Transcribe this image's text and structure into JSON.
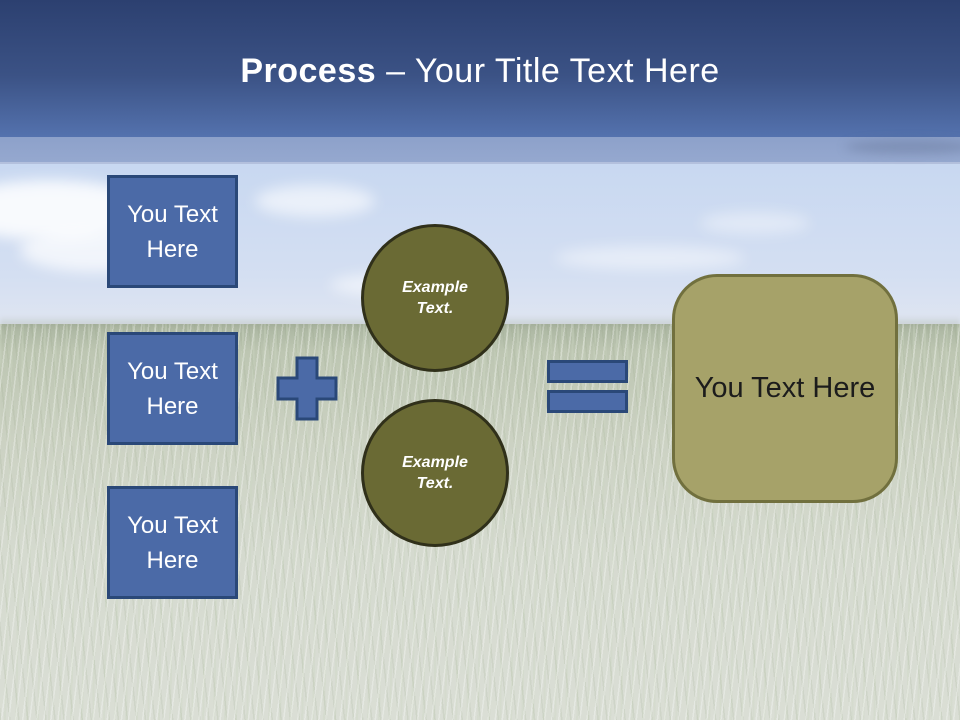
{
  "title": {
    "emphasis": "Process",
    "rest": " – Your Title Text Here"
  },
  "left_column": {
    "boxes": [
      {
        "label": "You Text Here"
      },
      {
        "label": "You Text Here"
      },
      {
        "label": "You Text Here"
      }
    ]
  },
  "operators": {
    "plus_icon": "plus-sign",
    "equals_icon": "equals-sign"
  },
  "circles": [
    {
      "label": "Example Text."
    },
    {
      "label": "Example Text."
    }
  ],
  "result_box": {
    "label": "You Text Here"
  },
  "colors": {
    "header_gradient_top": "#2c4070",
    "header_gradient_bottom": "#5472ae",
    "header_band": "#91a5cd",
    "sky": "#c8d8f1",
    "grass": "#ccd2c3",
    "blue_shape_fill": "#4b6aa7",
    "blue_shape_border": "#2a4878",
    "olive_circle_fill": "#6a6a34",
    "olive_circle_border": "#30301a",
    "khaki_box_fill": "#a6a269",
    "khaki_box_border": "#71703e",
    "title_text": "#ffffff",
    "shape_text_light": "#ffffff",
    "result_text": "#1c1c1c"
  }
}
